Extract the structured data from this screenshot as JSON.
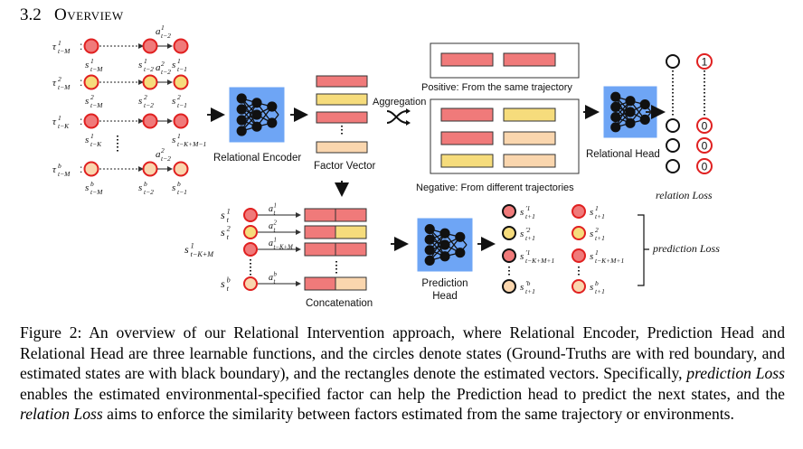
{
  "section": {
    "number": "3.2",
    "title": "Overview"
  },
  "figure": {
    "left_panel": {
      "rows": [
        {
          "tau": "τ",
          "tau_sup": "1",
          "tau_sub": "t−M",
          "sub_states": [
            "1",
            "t−M"
          ],
          "mid": [
            "1",
            "t−2"
          ],
          "right": [
            "1",
            "t−1"
          ],
          "action": [
            "1",
            "t−2"
          ]
        },
        {
          "tau": "τ",
          "tau_sup": "2",
          "tau_sub": "t−M",
          "sub_states": [
            "2",
            "t−M"
          ],
          "mid": [
            "2",
            "t−2"
          ],
          "right": [
            "2",
            "t−1"
          ],
          "action": [
            "2",
            "t−2"
          ]
        },
        {
          "tau": "τ",
          "tau_sup": "1",
          "tau_sub": "t−K",
          "sub_states": [
            "1",
            "t−K"
          ],
          "mid": [
            "",
            ""
          ],
          "right": [
            "1",
            "t−K+M−1"
          ],
          "action": [
            "",
            ""
          ]
        },
        {
          "tau": "τ",
          "tau_sup": "b",
          "tau_sub": "t−M",
          "sub_states": [
            "b",
            "t−M"
          ],
          "mid": [
            "b",
            "t−2"
          ],
          "right": [
            "b",
            "t−1"
          ],
          "action": [
            "2",
            "t−2"
          ]
        }
      ]
    },
    "relational_encoder_label": "Relational Encoder",
    "factor_vector_label": "Factor Vector",
    "aggregation_label": "Aggregation",
    "positive_label": "Positive: From the same trajectory",
    "negative_label": "Negative: From different trajectories",
    "relational_head_label": "Relational Head",
    "relation_values": [
      "1",
      "0",
      "0",
      "0"
    ],
    "relation_loss_label": "relation Loss",
    "concat_rows": [
      {
        "s_sup": "1",
        "s_sub": "t",
        "a_sup": "1",
        "a_sub": "t"
      },
      {
        "s_sup": "2",
        "s_sub": "t",
        "a_sup": "2",
        "a_sub": "t"
      },
      {
        "s_sup": "1",
        "s_sub": "t−K+M",
        "a_sup": "1",
        "a_sub": "t−K+M"
      },
      {
        "s_sup": "b",
        "s_sub": "t",
        "a_sup": "b",
        "a_sub": "t"
      }
    ],
    "concatenation_label": "Concatenation",
    "prediction_head_label": [
      "Prediction",
      "Head"
    ],
    "predicted_states": [
      {
        "sup": "′1",
        "sub": "t+1"
      },
      {
        "sup": "′2",
        "sub": "t+1"
      },
      {
        "sup": "′1",
        "sub": "t−K+M+1"
      },
      {
        "sup": "′b",
        "sub": "t+1"
      }
    ],
    "true_states": [
      {
        "sup": "1",
        "sub": "t+1"
      },
      {
        "sup": "2",
        "sub": "t+1"
      },
      {
        "sup": "1",
        "sub": "t−K+M+1"
      },
      {
        "sup": "b",
        "sub": "t+1"
      }
    ],
    "prediction_loss_label": "prediction Loss",
    "colors": {
      "red_fill": "#f07a7a",
      "yellow_fill": "#f6dc7c",
      "peach_fill": "#fad6ae",
      "state_border": "#e02020",
      "net_bg": "#6ea5f5",
      "net_node": "#111111"
    },
    "icons": [
      "neural-net-icon",
      "shuffle-icon",
      "arrow-icon"
    ]
  },
  "caption": {
    "label": "Figure 2:",
    "text_1": "An overview of our Relational Intervention approach, where Relational Encoder, Prediction Head and Relational Head are three learnable functions, and the circles denote states (Ground-Truths are with red boundary, and estimated states are with black boundary), and the rectangles denote the estimated vectors. Specifically,",
    "em_1": "prediction Loss",
    "text_2": "enables the estimated environmental-specified factor can help the Prediction head to predict the next states, and the",
    "em_2": "relation Loss",
    "text_3": "aims to enforce the similarity between factors estimated from the same trajectory or environments."
  }
}
